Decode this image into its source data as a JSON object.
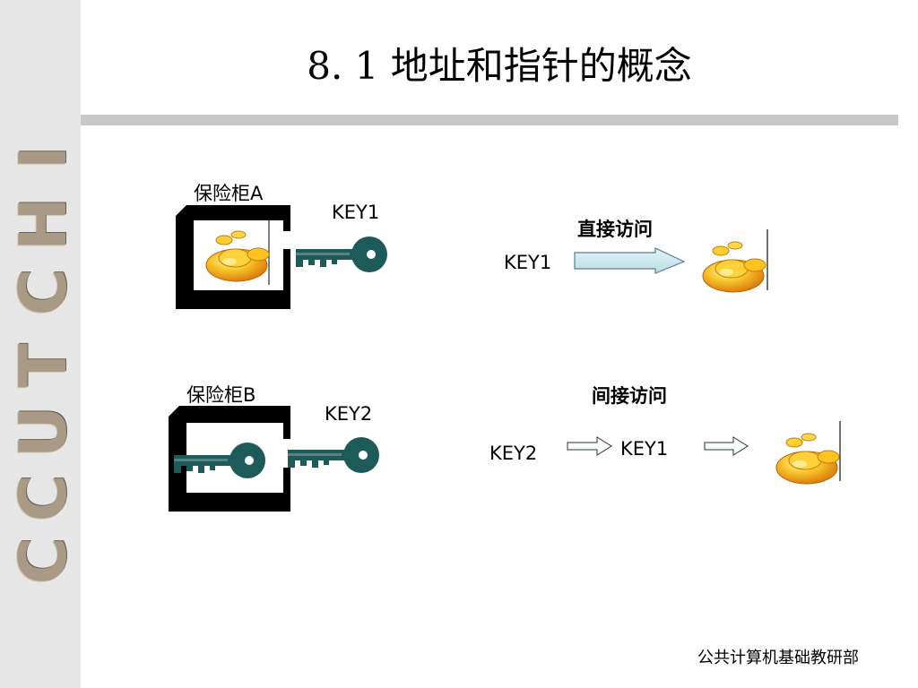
{
  "title": "8. 1 地址和指针的概念",
  "sidebar": {
    "letters": [
      "C",
      "C",
      "U",
      "T",
      "C",
      "H",
      "I"
    ]
  },
  "left": {
    "safe_a_label": "保险柜A",
    "safe_a_key": "KEY1",
    "safe_b_label": "保险柜B",
    "safe_b_key": "KEY2"
  },
  "right": {
    "direct_title": "直接访问",
    "direct_key": "KEY1",
    "indirect_title": "间接访问",
    "indirect_key_from": "KEY2",
    "indirect_key_mid": "KEY1"
  },
  "footer": "公共计算机基础教研部",
  "colors": {
    "key": "#1d5a5a",
    "safe": "#000000",
    "arrow_fill": "#cce8ea",
    "gold": "#f4a40c"
  },
  "icons": [
    "gold-ingot-icon",
    "key-icon",
    "right-arrow-icon",
    "safe-icon"
  ]
}
